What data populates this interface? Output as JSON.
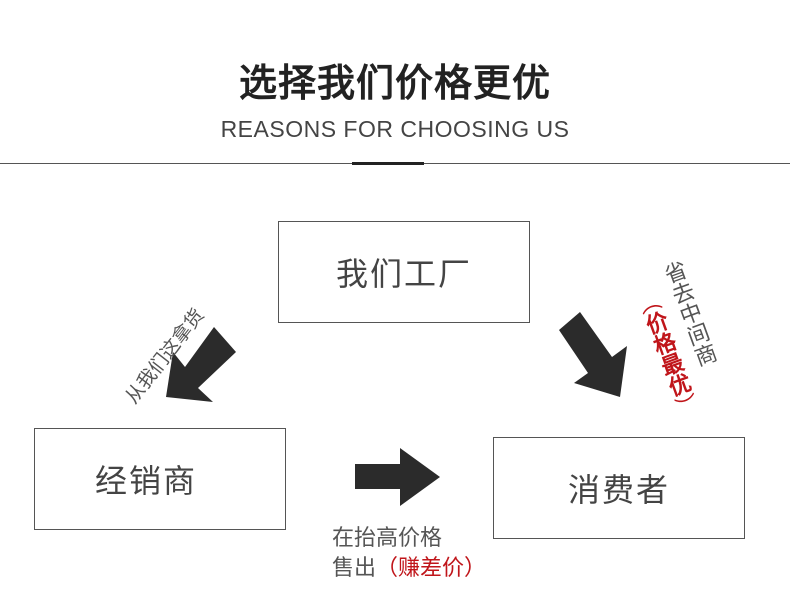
{
  "header": {
    "title": "选择我们价格更优",
    "subtitle": "REASONS FOR CHOOSING US"
  },
  "nodes": {
    "factory": "我们工厂",
    "dealer": "经销商",
    "consumer": "消费者"
  },
  "edges": {
    "factory_to_dealer": "从我们这拿货",
    "factory_to_consumer_top": "省去中间商",
    "factory_to_consumer_red": "价格最优",
    "paren_open": "（",
    "paren_close": "）",
    "dealer_to_consumer_line1": "在抬高价格",
    "dealer_to_consumer_line2": "售出",
    "dealer_to_consumer_red": "（赚差价）"
  },
  "colors": {
    "arrow": "#2b2b2b",
    "accent_red": "#c0151a",
    "box_border": "#555555"
  }
}
